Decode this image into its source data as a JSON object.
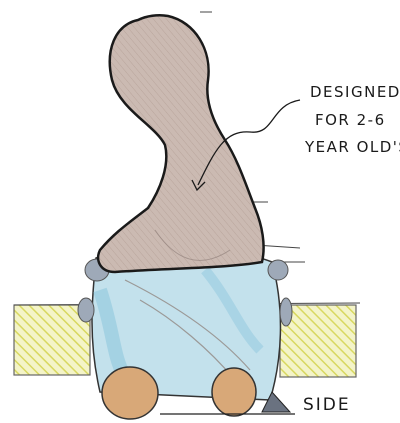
{
  "annotation": {
    "lines": [
      "DESIGNED",
      "FOR 2-6",
      "YEAR OLD'S"
    ]
  },
  "view_label": "SIDE",
  "colors": {
    "body": "#c9b8b0",
    "seat": "#b8dde8",
    "wheel": "#d4a277",
    "block": "#e8e88a",
    "bump": "#9aa6b5",
    "outline": "#1a1a1a"
  }
}
